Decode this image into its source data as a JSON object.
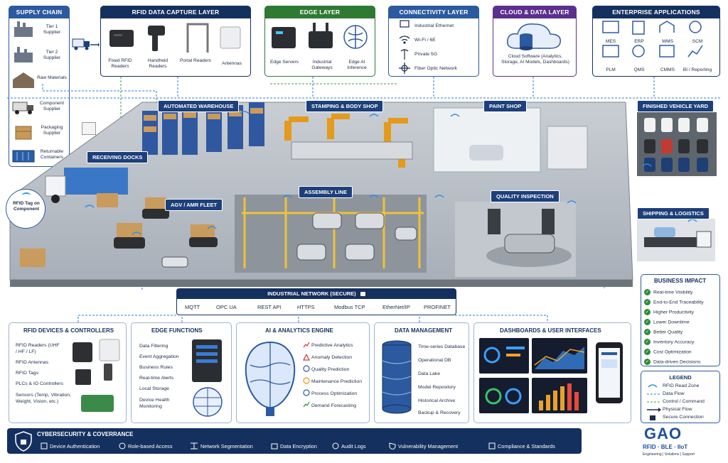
{
  "supply_chain": {
    "title": "SUPPLY CHAIN",
    "items": [
      "Tier 1 Supplier",
      "Tier 2 Supplier",
      "Raw Materials",
      "Component Supplier",
      "Packaging Supplier",
      "Returnable Containers"
    ]
  },
  "rfid_capture": {
    "title": "RFID DATA CAPTURE LAYER",
    "items": [
      "Fixed RFID Readers",
      "Handheld Readers",
      "Portal Readers",
      "Antennas"
    ]
  },
  "edge_layer": {
    "title": "EDGE LAYER",
    "items": [
      "Edge Servers",
      "Industrial Gateways",
      "Edge AI Inference"
    ]
  },
  "connectivity": {
    "title": "CONNECTIVITY LAYER",
    "items": [
      "Industrial Ethernet",
      "Wi-Fi / 6E",
      "Private 5G",
      "Fiber Optic Network"
    ]
  },
  "cloud": {
    "title": "CLOUD & DATA LAYER",
    "text": "Cloud Software (Analytics, Storage, AI Models, Dashboards)"
  },
  "enterprise": {
    "title": "ENTERPRISE APPLICATIONS",
    "items": [
      "MES",
      "ERP",
      "WMS",
      "SCM",
      "PLM",
      "QMS",
      "CMMS",
      "BI / Reporting"
    ]
  },
  "factory": {
    "zones": [
      "AUTOMATED WAREHOUSE",
      "STAMPING & BODY SHOP",
      "PAINT SHOP",
      "RECEIVING DOCKS",
      "AGV / AMR FLEET",
      "ASSEMBLY LINE",
      "QUALITY INSPECTION",
      "FINISHED VEHICLE YARD",
      "SHIPPING & LOGISTICS"
    ],
    "rfid_tag": "RFID Tag on Component"
  },
  "network": {
    "title": "INDUSTRIAL NETWORK (SECURE)",
    "protocols": [
      "MQTT",
      "OPC UA",
      "REST API",
      "HTTPS",
      "Modbus TCP",
      "EtherNet/IP",
      "PROFINET"
    ]
  },
  "business_impact": {
    "title": "BUSINESS IMPACT",
    "items": [
      "Real-time Visibility",
      "End-to-End Traceability",
      "Higher Productivity",
      "Lower Downtime",
      "Better Quality",
      "Inventory Accuracy",
      "Cost Optimization",
      "Data-driven Decisions"
    ]
  },
  "rfid_devices": {
    "title": "RFID DEVICES & CONTROLLERS",
    "items": [
      "RFID Readers (UHF / HF / LF)",
      "RFID Antennas",
      "RFID Tags",
      "PLCs & IO Controllers",
      "Sensors (Temp, Vibration, Weight, Vision, etc.)"
    ]
  },
  "edge_functions": {
    "title": "EDGE FUNCTIONS",
    "items": [
      "Data Filtering",
      "Event Aggregation",
      "Business Rules",
      "Real-time Alerts",
      "Local Storage",
      "Device Health Monitoring"
    ]
  },
  "ai_engine": {
    "title": "AI & ANALYTICS ENGINE",
    "items": [
      "Predictive Analytics",
      "Anomaly Detection",
      "Quality Prediction",
      "Maintenance Prediction",
      "Process Optimization",
      "Demand Forecasting"
    ]
  },
  "data_mgmt": {
    "title": "DATA MANAGEMENT",
    "items": [
      "Time-series Database",
      "Operational DB",
      "Data Lake",
      "Model Repository",
      "Historical Archive",
      "Backup & Recovery"
    ]
  },
  "dashboards": {
    "title": "DASHBOARDS & USER INTERFACES"
  },
  "legend": {
    "title": "LEGEND",
    "items": [
      "RFID Read Zone",
      "Data Flow",
      "Control / Command",
      "Physical Flow",
      "Secure Connection"
    ]
  },
  "security": {
    "title": "CYBERSECURITY & COVERRANCE",
    "items": [
      "Device Authentication",
      "Role-based Access",
      "Network Segmentation",
      "Data Encryption",
      "Audit Logs",
      "Vulnerability Management",
      "Compliance & Standards"
    ]
  },
  "brand": {
    "logo": "GAO",
    "line1": "RFID · BLE · IIoT",
    "line2": "Engineering | Solutions | Support"
  },
  "colors": {
    "navy": "#14305f",
    "green": "#2f7a33",
    "purple": "#5b2f8e",
    "blue": "#2c5aa0",
    "floor": "#9aa3ad"
  }
}
